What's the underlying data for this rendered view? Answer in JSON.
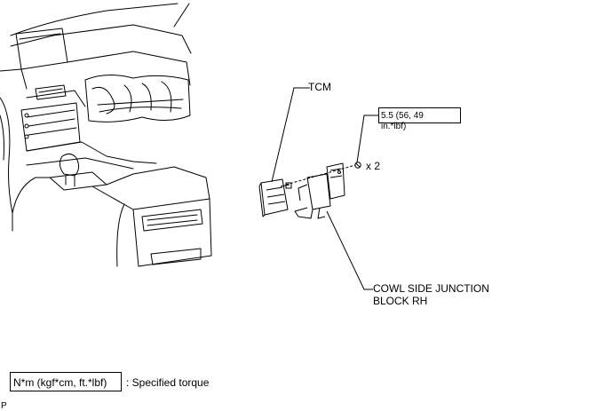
{
  "callouts": {
    "tcm": "TCM",
    "cowl_line1": "COWL SIDE JUNCTION",
    "cowl_line2": "BLOCK RH",
    "quantity": "x 2"
  },
  "torque": {
    "line1": "5.5 (56, 49",
    "line2": "in.*lbf)"
  },
  "legend": {
    "unit": "N*m (kgf*cm, ft.*lbf)",
    "meaning": ": Specified torque"
  },
  "corner_letter": "P"
}
